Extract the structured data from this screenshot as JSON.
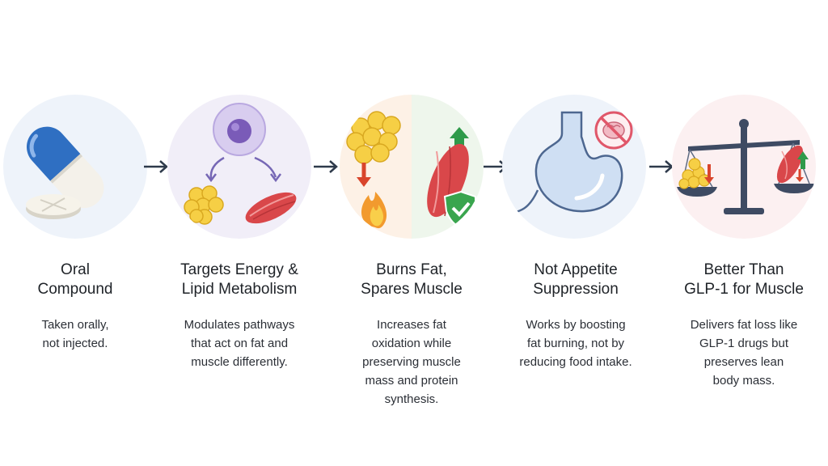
{
  "steps": [
    {
      "title": "Oral\nCompound",
      "description": "Taken orally,\nnot injected.",
      "icon": "capsule-and-tablet-icon",
      "bg_color": "#eef3fa"
    },
    {
      "title": "Targets Energy &\nLipid Metabolism",
      "description": "Modulates pathways\nthat act on fat and\nmuscle differently.",
      "icon": "cell-targeting-fat-and-muscle-icon",
      "bg_color": "#f1eef8"
    },
    {
      "title": "Burns Fat,\nSpares Muscle",
      "description": "Increases fat\noxidation while\npreserving muscle\nmass and protein\nsynthesis.",
      "icon": "fat-burning-muscle-preserved-icon",
      "bg_color_left": "#fdf1e6",
      "bg_color_right": "#eef6ec"
    },
    {
      "title": "Not Appetite\nSuppression",
      "description": "Works by boosting\nfat burning, not by\nreducing food intake.",
      "icon": "stomach-no-brain-icon",
      "bg_color": "#eef3fa"
    },
    {
      "title": "Better Than\nGLP-1 for Muscle",
      "description": "Delivers fat loss like\nGLP-1 drugs but\npreserves lean\nbody mass.",
      "icon": "balance-scale-icon",
      "bg_color": "#fcf0f1"
    }
  ],
  "colors": {
    "fat": "#f6cf45",
    "muscle": "#d9474a",
    "down_arrow": "#d9452c",
    "up_arrow": "#2f9a4a",
    "arrow": "#2e3a4b"
  }
}
